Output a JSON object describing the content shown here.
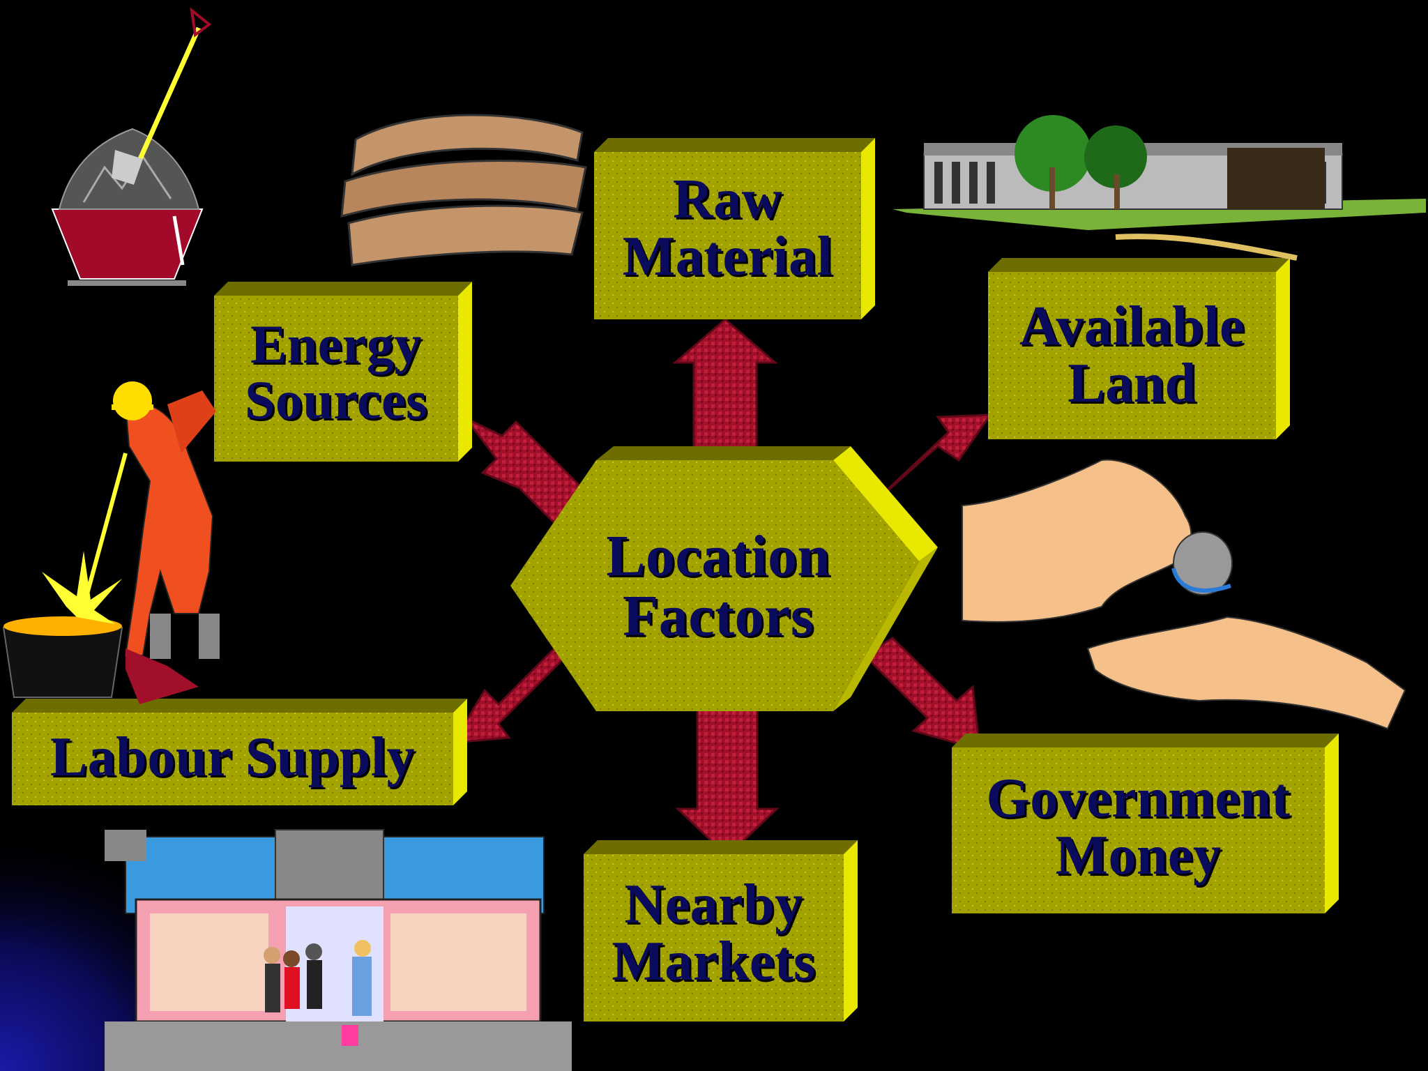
{
  "colors": {
    "background": "#000000",
    "box_face": "#a3a300",
    "box_side": "#e8e800",
    "box_top": "#6e6e00",
    "label_text": "#0b0b5e",
    "arrow": "#a0102a",
    "arrow_dark": "#5e0818"
  },
  "center": {
    "line1": "Location",
    "line2": "Factors"
  },
  "factors": {
    "raw_material": {
      "line1": "Raw",
      "line2": "Material"
    },
    "energy_sources": {
      "line1": "Energy",
      "line2": "Sources"
    },
    "available_land": {
      "line1": "Available",
      "line2": "Land"
    },
    "labour_supply": {
      "line1": "Labour Supply"
    },
    "nearby_markets": {
      "line1": "Nearby",
      "line2": "Markets"
    },
    "government_money": {
      "line1": "Government",
      "line2": "Money"
    }
  },
  "clipart": [
    "mining-bucket-icon",
    "sacks-icon",
    "building-icon",
    "steelworker-icon",
    "coin-hands-icon",
    "storefront-icon"
  ]
}
